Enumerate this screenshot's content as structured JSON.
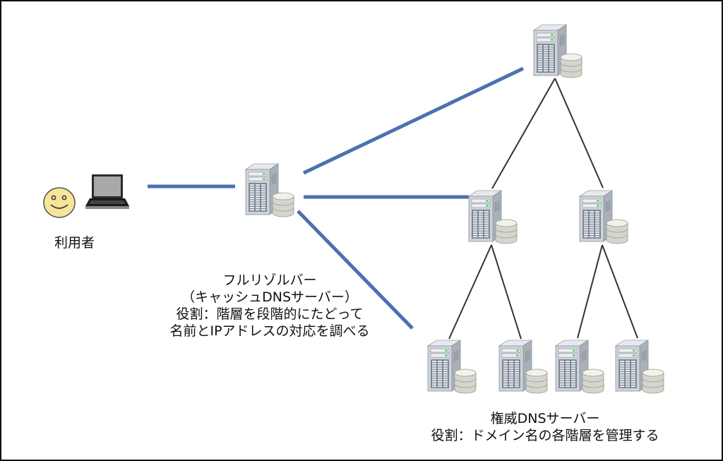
{
  "user": {
    "label": "利用者",
    "icons": [
      "smiley-face-icon",
      "laptop-icon"
    ]
  },
  "resolver": {
    "lines": [
      "フルリゾルバー",
      "（キャッシュDNSサーバー）",
      "役割：階層を段階的にたどって",
      "名前とIPアドレスの対応を調べる"
    ]
  },
  "authoritative": {
    "lines": [
      "権威DNSサーバー",
      "役割：ドメイン名の各階層を管理する"
    ]
  },
  "colors": {
    "query_line": "#4a72b0",
    "tree_line": "#333333",
    "face_fill": "#f7e59a",
    "border": "#111111"
  }
}
